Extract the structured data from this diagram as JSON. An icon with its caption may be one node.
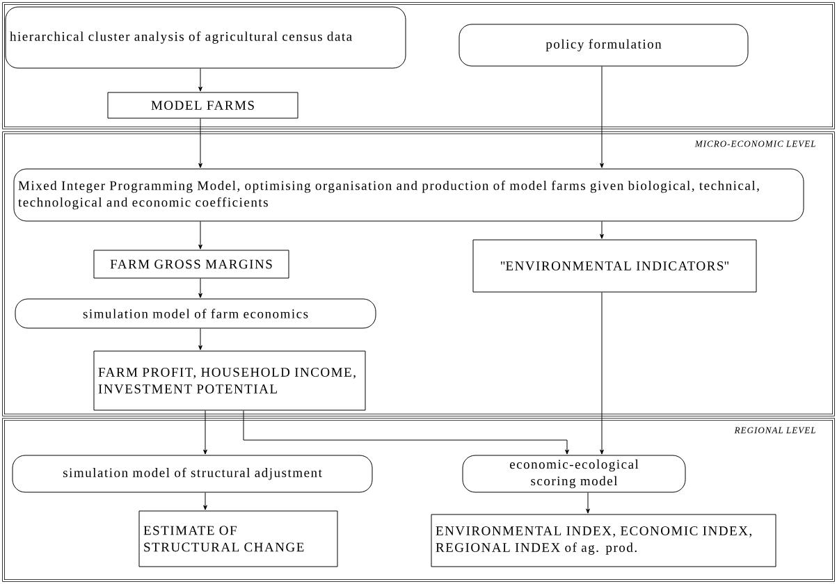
{
  "diagram": {
    "nodes": [
      {
        "text": [],
        "shape": "box"
      },
      {
        "text": [
          "hierarchical cluster analysis of agricultural census data"
        ],
        "in": 0
      },
      {
        "text": [
          "policy formulation"
        ],
        "in": 0
      },
      {
        "text": [
          "MODEL FARMS"
        ],
        "in": 0
      },
      {
        "text": [
          "MICRO-ECONOMIC LEVEL"
        ]
      },
      {
        "text": [
          "Mixed Integer Programming Model, optimising organisation and production of model farms given biological, technical, technological and economic coefficients"
        ],
        "in": 4
      },
      {
        "text": [
          "FARM GROSS MARGINS"
        ],
        "in": 4
      },
      {
        "text": [
          "\"ENVIRONMENTAL INDICATORS\""
        ],
        "in": 4
      },
      {
        "text": [
          "simulation model of farm economics"
        ],
        "in": 4
      },
      {
        "text": [
          "FARM PROFIT, HOUSEHOLD INCOME, INVESTMENT POTENTIAL"
        ],
        "in": 4
      },
      {
        "text": [
          "REGIONAL LEVEL"
        ]
      },
      {
        "text": [
          "simulation model of structural adjustment"
        ],
        "in": 10
      },
      {
        "text": [
          "economic-ecological scoring model"
        ],
        "in": 10
      },
      {
        "text": [
          "ESTIMATE OF STRUCTURAL CHANGE"
        ],
        "in": 10
      },
      {
        "text": [
          "ENVIRONMENTAL INDEX, ECONOMIC INDEX, REGIONAL INDEX of ag. prod."
        ],
        "in": 10
      }
    ],
    "edges": [
      {
        "from": 1,
        "to": 3,
        "arrow": "to"
      },
      {
        "from": 3,
        "to": 5,
        "arrow": "to"
      },
      {
        "from": 2,
        "to": 5,
        "arrow": "to"
      },
      {
        "from": 5,
        "to": 6,
        "arrow": "to"
      },
      {
        "from": 5,
        "to": 7,
        "arrow": "to"
      },
      {
        "from": 6,
        "to": 8,
        "arrow": "to"
      },
      {
        "from": 8,
        "to": 9,
        "arrow": "to"
      },
      {
        "from": 9,
        "to": 11,
        "arrow": "to"
      },
      {
        "from": 9,
        "to": 12,
        "arrow": "to"
      },
      {
        "from": 7,
        "to": 12,
        "arrow": "to"
      },
      {
        "from": 11,
        "to": 13,
        "arrow": "to"
      },
      {
        "from": 12,
        "to": 14,
        "arrow": "to"
      }
    ]
  }
}
